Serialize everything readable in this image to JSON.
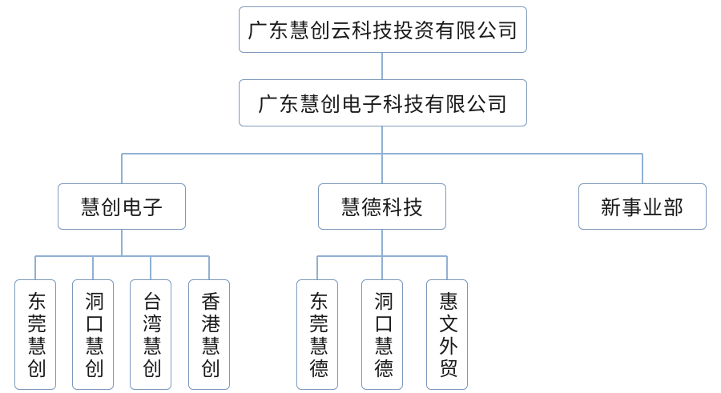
{
  "org_chart": {
    "root": "广东慧创云科技投资有限公司",
    "level1": "广东慧创电子科技有限公司",
    "divisions": [
      {
        "name": "慧创电子",
        "units": [
          "东莞慧创",
          "洞口慧创",
          "台湾慧创",
          "香港慧创"
        ]
      },
      {
        "name": "慧德科技",
        "units": [
          "东莞慧德",
          "洞口慧德",
          "惠文外贸"
        ]
      },
      {
        "name": "新事业部",
        "units": []
      }
    ]
  },
  "colors": {
    "connector": "#8fb0d4",
    "box_border": "#7d99bd",
    "text": "#1a1a1a",
    "background": "#ffffff"
  }
}
